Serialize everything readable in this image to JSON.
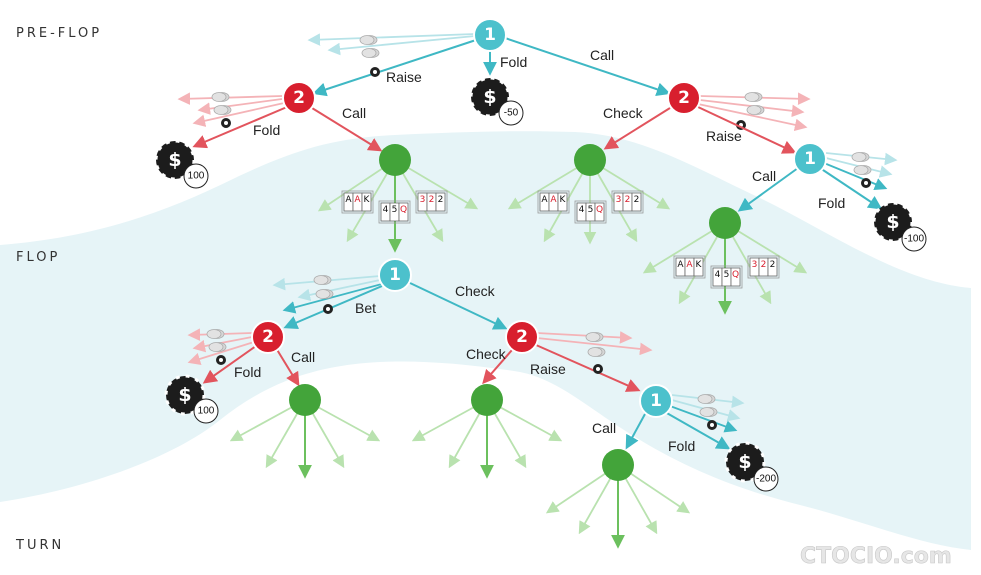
{
  "stages": {
    "preflop": "PRE-FLOP",
    "flop": "FLOP",
    "turn": "TURN"
  },
  "watermark": "CTOCIO.com",
  "colors": {
    "player1": "#4cc1cc",
    "player2": "#d81f2e",
    "chance": "#43a43a",
    "chance_edge": "#8cd37e",
    "band": "#e6f4f7",
    "p1_edge": "#4cc1cc",
    "p2_edge": "#e8676f"
  },
  "nodes": {
    "root": "1",
    "p2_left": "2",
    "p2_right": "2",
    "p1_right": "1",
    "flop_p1": "1",
    "flop_p2_left": "2",
    "flop_p2_right": "2",
    "flop_p1_right": "1"
  },
  "actions": {
    "raise_root": "Raise",
    "fold_root": "Fold",
    "call_root": "Call",
    "fold_left": "Fold",
    "call_left": "Call",
    "check_right": "Check",
    "raise_right": "Raise",
    "call_right": "Call",
    "fold_right": "Fold",
    "bet_flop": "Bet",
    "check_flop": "Check",
    "call_flop_left": "Call",
    "fold_flop_left": "Fold",
    "check_flop_right": "Check",
    "raise_flop_right": "Raise",
    "call_flop_right": "Call",
    "fold_flop_right": "Fold"
  },
  "payoffs": {
    "root_fold": "-50",
    "left_fold": "100",
    "right_fold": "-100",
    "flop_left_fold": "100",
    "flop_right_fold": "-200"
  },
  "card_sets": {
    "set1": [
      "A",
      "A",
      "K"
    ],
    "set2": [
      "4",
      "5",
      "Q"
    ],
    "set3": [
      "3",
      "2",
      "2"
    ]
  },
  "chip_icon": "poker-chip-icon",
  "dollar_sign": "$"
}
